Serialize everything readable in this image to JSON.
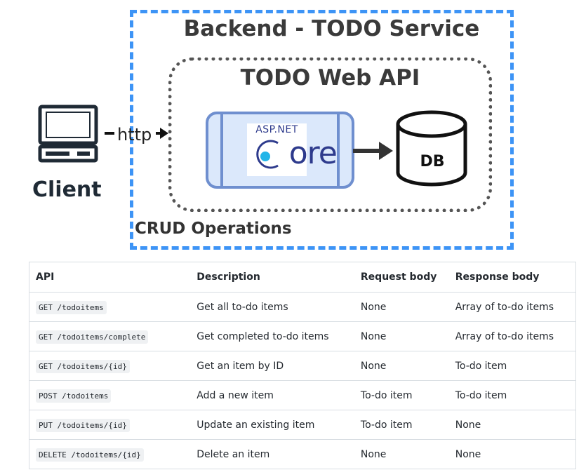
{
  "diagram": {
    "backend_title": "Backend - TODO Service",
    "api_title": "TODO Web API",
    "crud_label": "CRUD Operations",
    "client_label": "Client",
    "http_label": "http",
    "aspnet_label": "ASP.NET",
    "core_label": "Core",
    "db_label": "DB",
    "colors": {
      "backend_border": "#3d94f6",
      "api_border": "#555555",
      "component_fill": "#dbe8fb",
      "component_border": "#6f8fcf",
      "core_dot": "#23b5e8"
    },
    "icons": [
      "computer-monitor-icon",
      "database-cylinder-icon",
      "aspnet-core-logo"
    ]
  },
  "table": {
    "headers": [
      "API",
      "Description",
      "Request body",
      "Response body"
    ],
    "rows": [
      {
        "api": "GET /todoitems",
        "description": "Get all to-do items",
        "request": "None",
        "response": "Array of to-do items"
      },
      {
        "api": "GET /todoitems/complete",
        "description": "Get completed to-do items",
        "request": "None",
        "response": "Array of to-do items"
      },
      {
        "api": "GET /todoitems/{id}",
        "description": "Get an item by ID",
        "request": "None",
        "response": "To-do item"
      },
      {
        "api": "POST /todoitems",
        "description": "Add a new item",
        "request": "To-do item",
        "response": "To-do item"
      },
      {
        "api": "PUT /todoitems/{id}",
        "description": "Update an existing item",
        "request": "To-do item",
        "response": "None"
      },
      {
        "api": "DELETE /todoitems/{id}",
        "description": "Delete an item",
        "request": "None",
        "response": "None"
      }
    ]
  }
}
